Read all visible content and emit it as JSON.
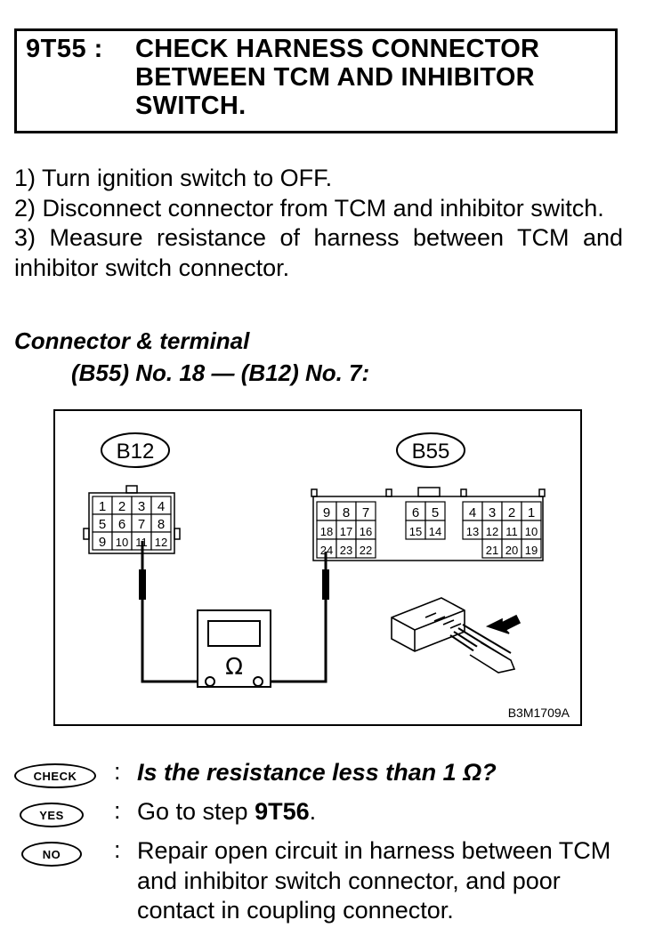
{
  "header": {
    "step_id": "9T55 :",
    "title": "CHECK HARNESS CONNECTOR BETWEEN TCM AND INHIBITOR SWITCH."
  },
  "steps": [
    "1) Turn ignition switch to OFF.",
    "2) Disconnect connector from TCM and inhibitor switch.",
    "3) Measure resistance of harness between TCM and inhibitor switch connector."
  ],
  "connector": {
    "heading": "Connector & terminal",
    "pins": "(B55) No. 18 — (B12) No. 7:"
  },
  "diagram": {
    "b12_label": "B12",
    "b55_label": "B55",
    "b12_rows": [
      [
        "1",
        "2",
        "3",
        "4"
      ],
      [
        "5",
        "6",
        "7",
        "8"
      ],
      [
        "9",
        "10",
        "11",
        "12"
      ]
    ],
    "b55_right_rows": [
      [
        "4",
        "3",
        "2",
        "1"
      ],
      [
        "13",
        "12",
        "11",
        "10"
      ],
      [
        "21",
        "20",
        "19"
      ]
    ],
    "b55_mid_rows": [
      [
        "6",
        "5"
      ],
      [
        "15",
        "14"
      ]
    ],
    "b55_left_rows": [
      [
        "9",
        "8",
        "7"
      ],
      [
        "18",
        "17",
        "16"
      ],
      [
        "24",
        "23",
        "22"
      ]
    ],
    "meter_symbol": "Ω",
    "figure_code": "B3M1709A"
  },
  "results": {
    "check": {
      "badge": "CHECK",
      "colon": ":",
      "text": "Is the resistance less than 1 Ω?"
    },
    "yes": {
      "badge": "YES",
      "colon": ":",
      "text_prefix": "Go to step ",
      "text_step": "9T56",
      "text_suffix": "."
    },
    "no": {
      "badge": "NO",
      "colon": ":",
      "text": "Repair open circuit in harness between TCM and inhibitor switch connector, and poor contact in coupling connector."
    }
  }
}
